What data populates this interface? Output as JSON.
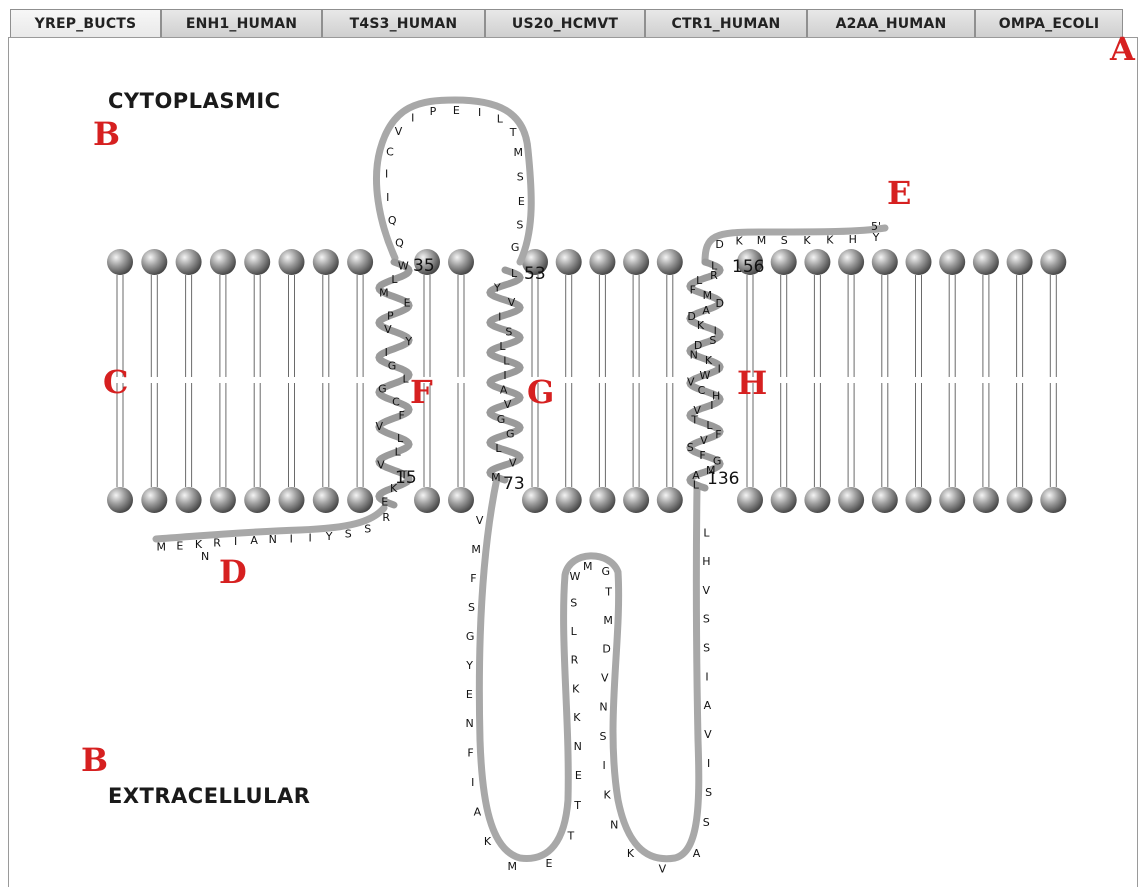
{
  "tabs": [
    {
      "label": "YREP_BUCTS",
      "active": true
    },
    {
      "label": "ENH1_HUMAN",
      "active": false
    },
    {
      "label": "T4S3_HUMAN",
      "active": false
    },
    {
      "label": "US20_HCMVT",
      "active": false
    },
    {
      "label": "CTR1_HUMAN",
      "active": false
    },
    {
      "label": "A2AA_HUMAN",
      "active": false
    },
    {
      "label": "OMPA_ECOLI",
      "active": false
    }
  ],
  "regions": {
    "cytoplasmic": "CYTOPLASMIC",
    "extracellular": "EXTRACELLULAR"
  },
  "callouts": {
    "a": "A",
    "b_top": "B",
    "b_bottom": "B",
    "c": "C",
    "d": "D",
    "e": "E",
    "f": "F",
    "g": "G",
    "h": "H"
  },
  "termini": {
    "n_label": "N",
    "c_label": "5'"
  },
  "position_labels": {
    "tm1_start": "15",
    "tm1_end": "35",
    "tm2_start": "53",
    "tm2_end": "73",
    "tm3_start": "136",
    "tm3_end": "156"
  },
  "colors": {
    "callout": "#d62020",
    "backbone": "#a8a8a8",
    "lipid_head": "#7a7a7a"
  },
  "sequences": {
    "n_tail": "MEKRIANIIYSSR",
    "tm1": "WLMEPVYIGLGCFVLLVTKE",
    "loop1": "QQIICVIPEILTMSESG",
    "tm2": "LYVISLLIAVGGLVM",
    "loop2": "VMFSGYENFIAKMETTENKKRLSWMGTMDVNSIKNKVASSIVAISSVHL",
    "tm3": "LRLFMDADKISDNKIWVCHIVTLFVSFGMAL",
    "c_tail": "DKMSKKHY"
  }
}
